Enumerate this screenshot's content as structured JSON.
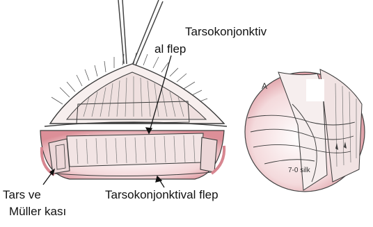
{
  "labels": {
    "tarsoconjunctival_flap_top_line1": "Tarsokonjonktiv",
    "tarsoconjunctival_flap_top_line2": "al flep",
    "tarsus_muller_line1": "Tars ve",
    "tarsus_muller_line2": "Müller kası",
    "tarsoconjunctival_flap_bottom": "Tarsokonjonktival flep"
  },
  "inset": {
    "region_letter": "A",
    "suture_note": "7-0 silk"
  },
  "colors": {
    "line": "#3a3a3a",
    "tissue": "#e8c9c9",
    "tissue_dark": "#c97a80",
    "skin": "#f6ecec"
  }
}
